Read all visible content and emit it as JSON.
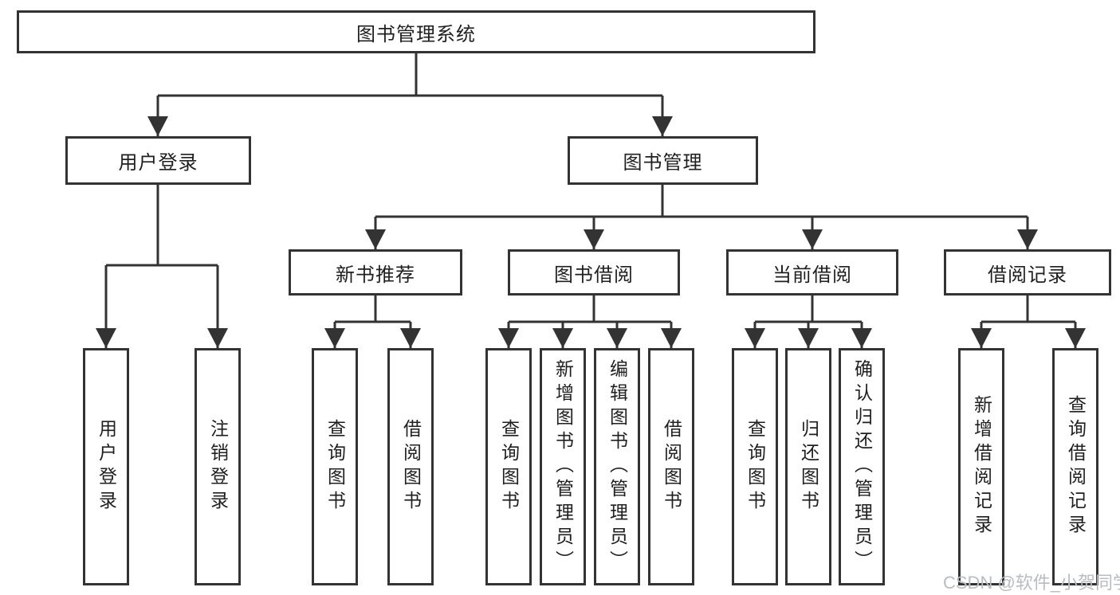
{
  "diagram": {
    "root": {
      "label": "图书管理系统"
    },
    "level2": [
      {
        "label": "用户登录"
      },
      {
        "label": "图书管理"
      }
    ],
    "level3": [
      {
        "label": "新书推荐"
      },
      {
        "label": "图书借阅"
      },
      {
        "label": "当前借阅"
      },
      {
        "label": "借阅记录"
      }
    ],
    "level4": [
      {
        "label": "用户登录"
      },
      {
        "label": "注销登录"
      },
      {
        "label": "查询图书"
      },
      {
        "label": "借阅图书"
      },
      {
        "label": "查询图书"
      },
      {
        "label": "新增图书（管理员）"
      },
      {
        "label": "编辑图书（管理员）"
      },
      {
        "label": "借阅图书"
      },
      {
        "label": "查询图书"
      },
      {
        "label": "归还图书"
      },
      {
        "label": "确认归还（管理员）"
      },
      {
        "label": "新增借阅记录"
      },
      {
        "label": "查询借阅记录"
      }
    ]
  },
  "watermark": {
    "text": "CSDN @软件_小贺同学"
  },
  "colors": {
    "line": "#333333",
    "box_border": "#333333",
    "text": "#1f1f1f",
    "watermark": "#b8bdc2",
    "background": "#ffffff"
  }
}
